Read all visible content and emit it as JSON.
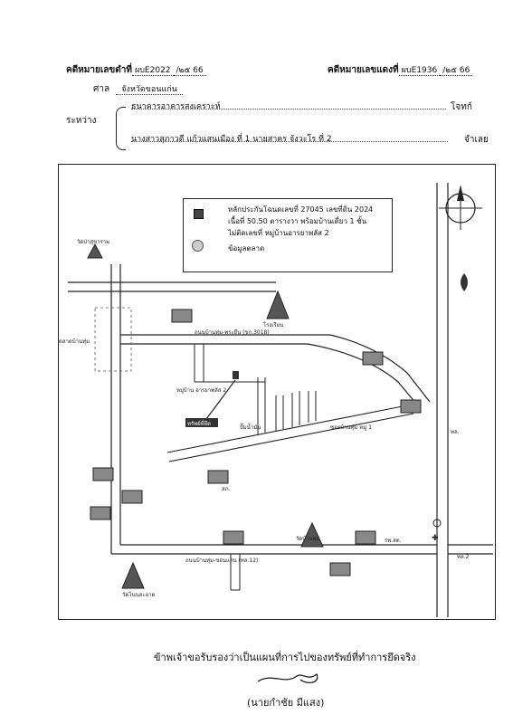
{
  "header": {
    "black_case_label": "คดีหมายเลขดำที่",
    "black_case_value": "ผบE2022",
    "black_case_year": "/๒๕ 66",
    "red_case_label": "คดีหมายเลขแดงที่",
    "red_case_value": "ผบE1936",
    "red_case_year": "/๒๕ 66",
    "court_label": "ศาล",
    "court_value": "จังหวัดขอนแก่น",
    "between_label": "ระหว่าง",
    "plaintiff_value": "ธนาคารอาคารสงเคราะห์",
    "plaintiff_role": "โจทก์",
    "defendant_value": "นางสาวสุภาวดี แก้วแสนเมือง ที่ 1 นายสาคร จังวะโร ที่ 2",
    "defendant_role": "จำเลย"
  },
  "legend": {
    "line1": "หลักประกันโฉนดเลขที่ 27045 เลขที่ดิน 2024",
    "line2": "เนื้อที่ 50.50 ตารางวา พร้อมบ้านเดี่ยว 1 ชั้น",
    "line3": "ไม่ติดเลขที่  หมู่บ้านอารยาพลัส 2",
    "line4": "ข้อมูลตลาด"
  },
  "map_labels": {
    "road_top": "ถนนบ้านทุ่ม-พระยืน (ขก.3018)",
    "road_bottom": "ถนนบ้านทุ่ม-ขอนแก่น (ทล.12)",
    "road_right": "ทล.",
    "road_right2": "ทล.2",
    "village": "หมู่บ้าน อารยาพลัส 2",
    "soi": "ซอยบ้านทุ่ม หมู่ 1",
    "temple_top": "วัดป่าสุขาราม",
    "temple_bl": "วัดโนนสะอาด",
    "temple_mid": "วัดบ้านทุ่ม",
    "school": "โรงเรียน",
    "market": "ตลาดบ้านทุ่ม",
    "hospital": "รพ.สต.",
    "gas": "ปั๊มน้ำมัน",
    "police": "สภ.",
    "subject_label": "ทรัพย์ที่ยึด"
  },
  "footer": {
    "certification": "ข้าพเจ้าขอรับรองว่าเป็นแผนที่การไปของทรัพย์ที่ทำการยึดจริง",
    "signature_name": "(นายกำชัย มีแสง)"
  }
}
